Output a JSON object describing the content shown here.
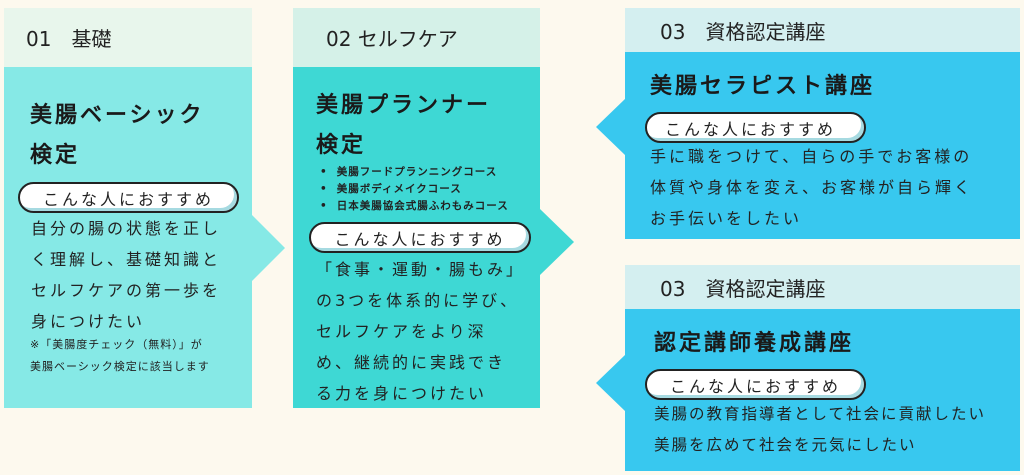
{
  "cards": [
    {
      "header": "01　基礎",
      "title_lines": [
        "美腸ベーシック",
        "検定"
      ],
      "pill": "こんな人におすすめ",
      "text_lines": [
        "自分の腸の状態を正し",
        "く理解し、基礎知識と",
        "セルフケアの第一歩を",
        "身につけたい"
      ],
      "note_lines": [
        "※「美腸度チェック（無料）」が",
        "美腸ベーシック検定に該当します"
      ],
      "colors": {
        "header": "#e8f6ec",
        "body": "#86e9e6"
      }
    },
    {
      "header": "02 セルフケア",
      "title_lines": [
        "美腸プランナー",
        "検定"
      ],
      "bullets": [
        "美腸フードプランニングコース",
        "美腸ボディメイクコース",
        "日本美腸協会式腸ふわもみコース"
      ],
      "pill": "こんな人におすすめ",
      "text_lines": [
        "「食事・運動・腸もみ」",
        "の3つを体系的に学び、",
        "セルフケアをより深",
        "め、継続的に実践でき",
        "る力を身につけたい"
      ],
      "colors": {
        "header": "#d5f1e8",
        "body": "#3ed8d4"
      }
    },
    {
      "header": "03　資格認定講座",
      "title": "美腸セラピスト講座",
      "pill": "こんな人におすすめ",
      "text_lines": [
        "手に職をつけて、自らの手でお客様の",
        "体質や身体を変え、お客様が自ら輝く",
        "お手伝いをしたい"
      ],
      "colors": {
        "header": "#d4eff0",
        "body": "#38c8ef"
      }
    },
    {
      "header": "03　資格認定講座",
      "title": "認定講師養成講座",
      "pill": "こんな人におすすめ",
      "text_lines": [
        "美腸の教育指導者として社会に貢献したい",
        "美腸を広めて社会を元気にしたい"
      ],
      "colors": {
        "header": "#d4eff0",
        "body": "#38c8ef"
      }
    }
  ]
}
